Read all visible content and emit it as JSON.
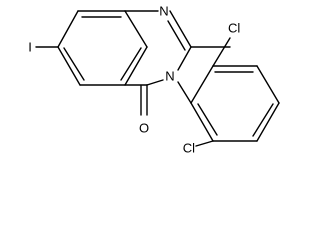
{
  "molecule": {
    "atoms": {
      "ring_nitrogen": "N",
      "amide_nitrogen": "N",
      "carbonyl_oxygen": "O",
      "iodine": "I",
      "chlorine_upper": "Cl",
      "chlorine_lower": "Cl"
    }
  }
}
